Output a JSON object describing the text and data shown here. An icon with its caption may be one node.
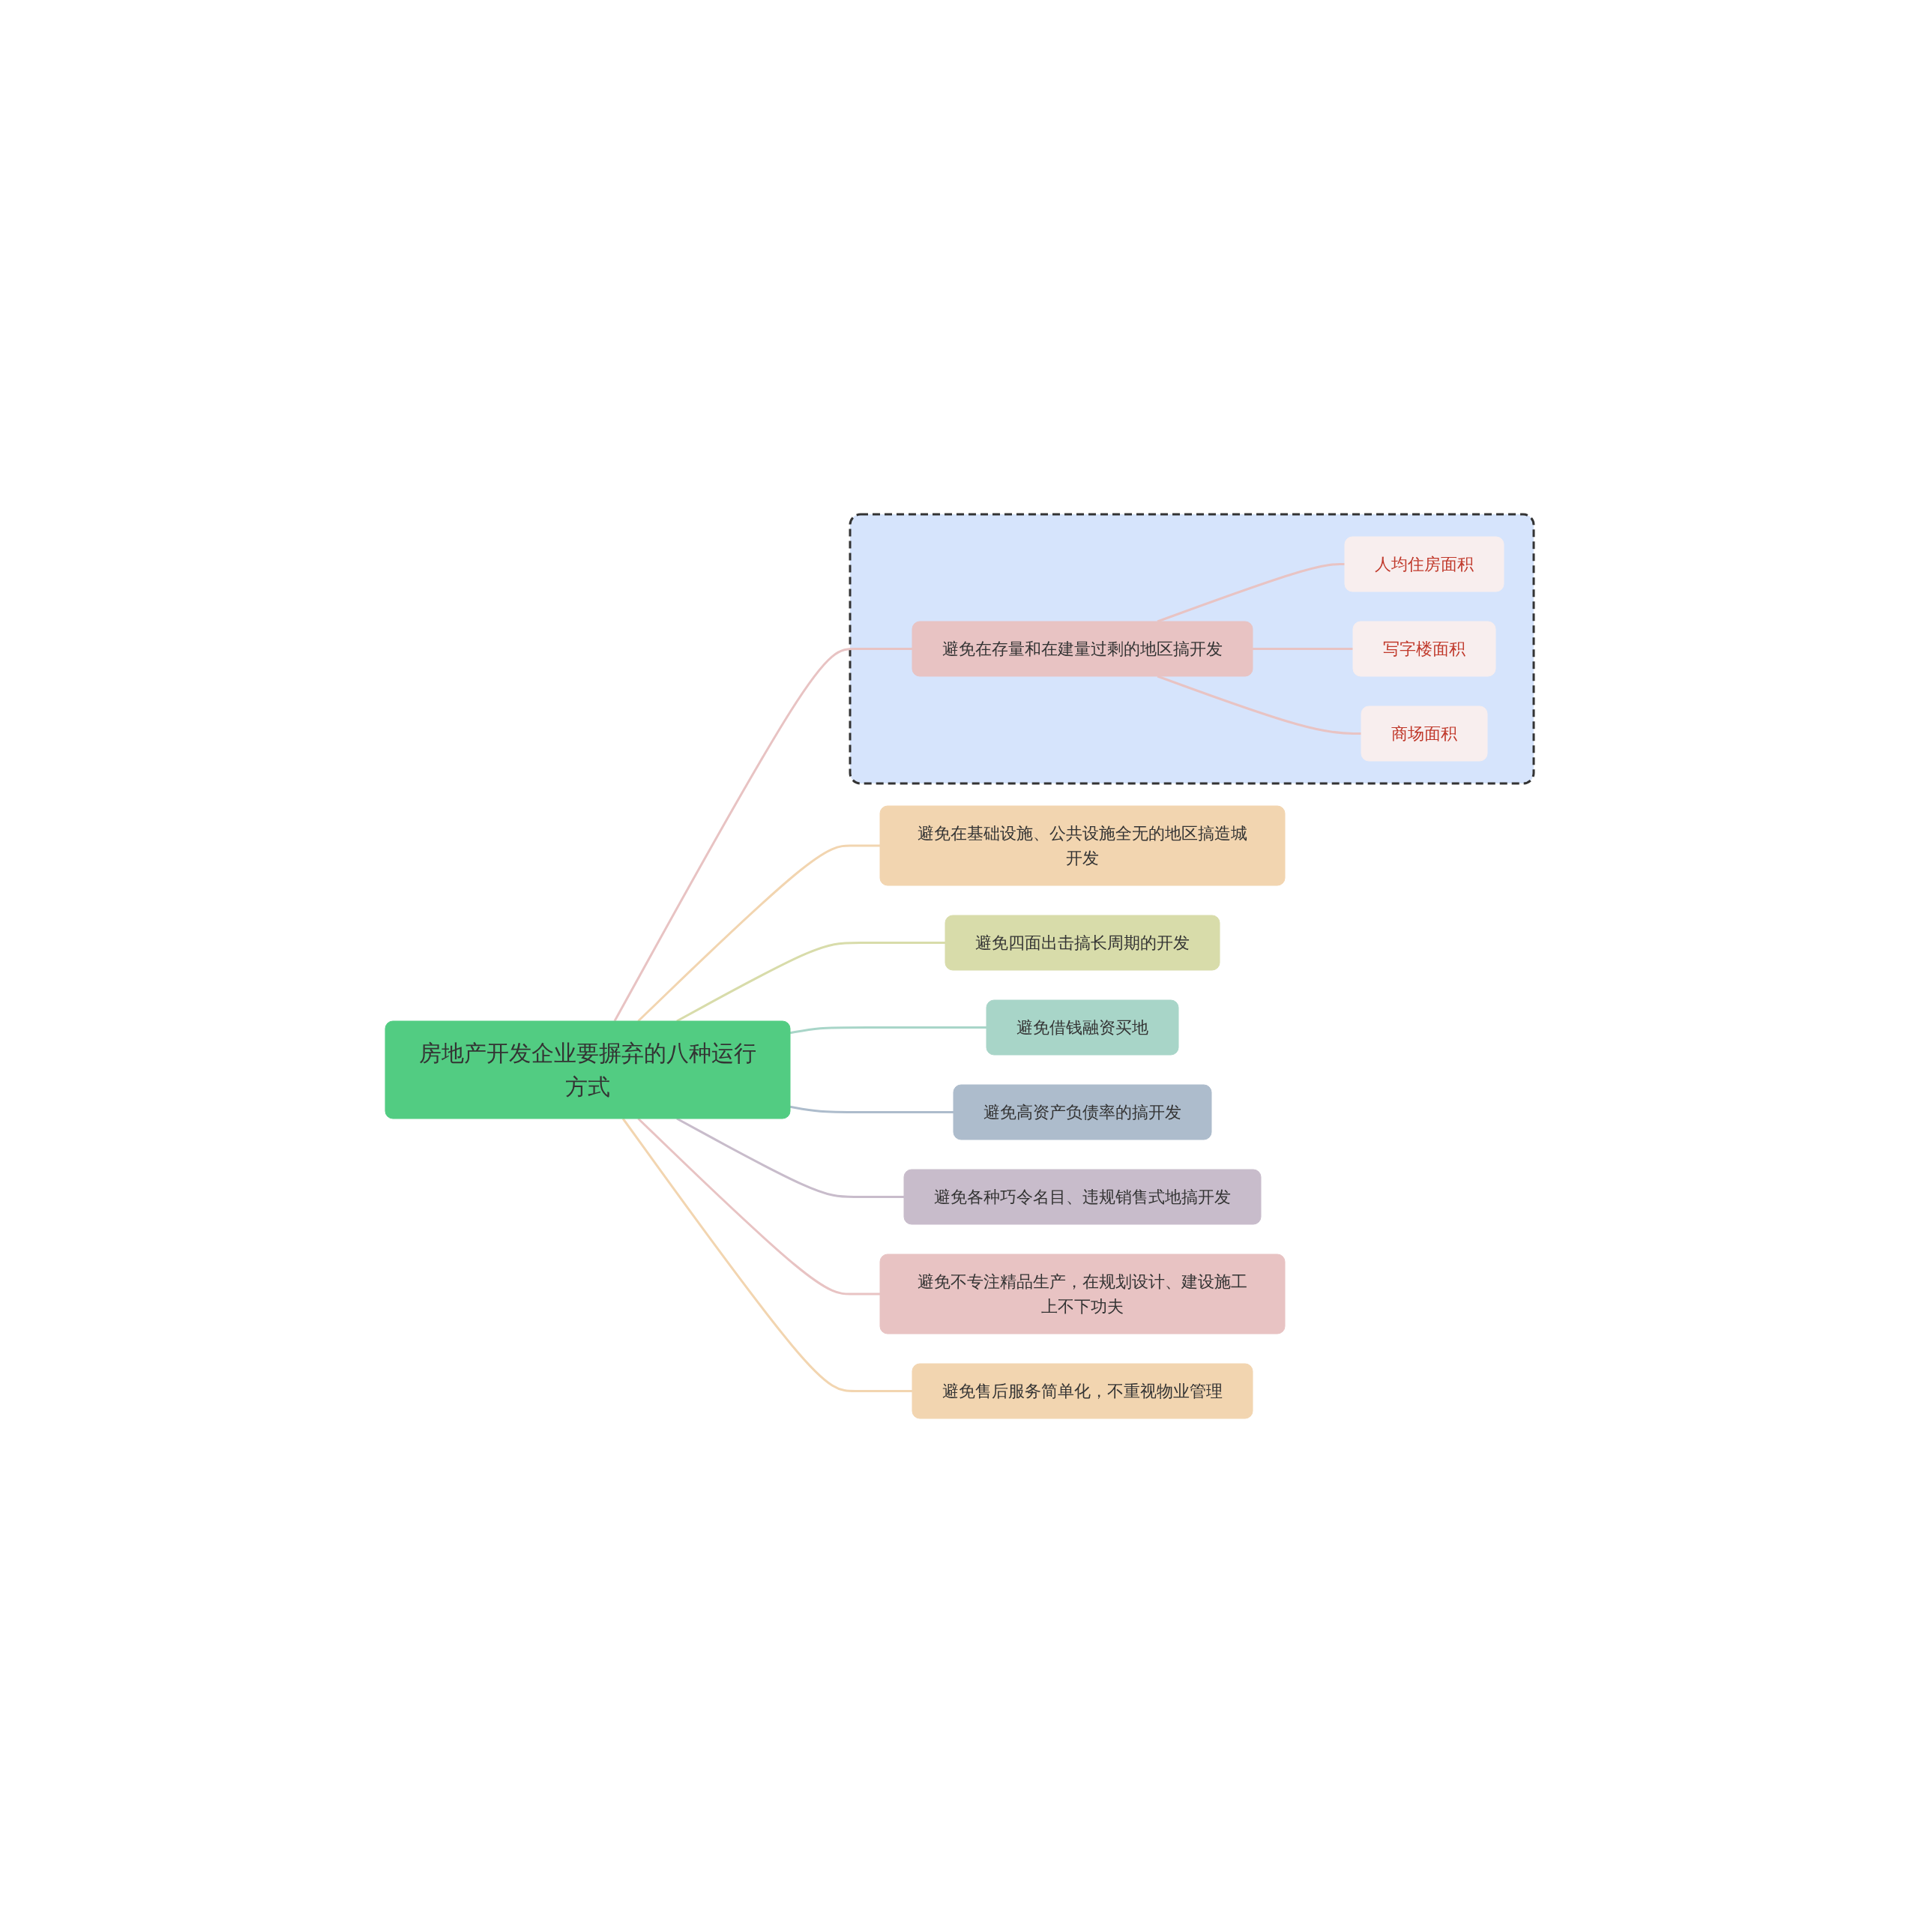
{
  "diagram": {
    "nodes": [
      {
        "text": [
          "房地产开发企业要摒弃的八种运行方式"
        ]
      },
      {
        "text": [],
        "shape": "box"
      },
      {
        "text": [
          "避免在存量和在建量过剩的地区搞开发"
        ],
        "in": 1
      },
      {
        "text": [
          "人均住房面积"
        ],
        "in": 1
      },
      {
        "text": [
          "写字楼面积"
        ],
        "in": 1
      },
      {
        "text": [
          "商场面积"
        ],
        "in": 1
      },
      {
        "text": [
          "避免在基础设施、公共设施全无的地区搞造城开发"
        ]
      },
      {
        "text": [
          "避免四面出击搞长周期的开发"
        ]
      },
      {
        "text": [
          "避免借钱融资买地"
        ]
      },
      {
        "text": [
          "避免高资产负债率的搞开发"
        ]
      },
      {
        "text": [
          "避免各种巧令名目、违规销售式地搞开发"
        ]
      },
      {
        "text": [
          "避免不专注精品生产，在规划设计、建设施工上不下功夫"
        ]
      },
      {
        "text": [
          "避免售后服务简单化，不重视物业管理"
        ]
      }
    ],
    "edges": [
      {
        "from": 0,
        "to": 2,
        "arrow": "none",
        "color": "#e8c3c3"
      },
      {
        "from": 2,
        "to": 3,
        "arrow": "none",
        "color": "#e8c3c3"
      },
      {
        "from": 2,
        "to": 4,
        "arrow": "none",
        "color": "#e8c3c3"
      },
      {
        "from": 2,
        "to": 5,
        "arrow": "none",
        "color": "#e8c3c3"
      },
      {
        "from": 0,
        "to": 6,
        "arrow": "none",
        "color": "#f2d5b0"
      },
      {
        "from": 0,
        "to": 7,
        "arrow": "none",
        "color": "#d8dcaa"
      },
      {
        "from": 0,
        "to": 8,
        "arrow": "none",
        "color": "#a8d5c8"
      },
      {
        "from": 0,
        "to": 9,
        "arrow": "none",
        "color": "#adbccc"
      },
      {
        "from": 0,
        "to": 10,
        "arrow": "none",
        "color": "#c8bccb"
      },
      {
        "from": 0,
        "to": 11,
        "arrow": "none",
        "color": "#e8c3c3"
      },
      {
        "from": 0,
        "to": 12,
        "arrow": "none",
        "color": "#f2d5b0"
      }
    ]
  }
}
